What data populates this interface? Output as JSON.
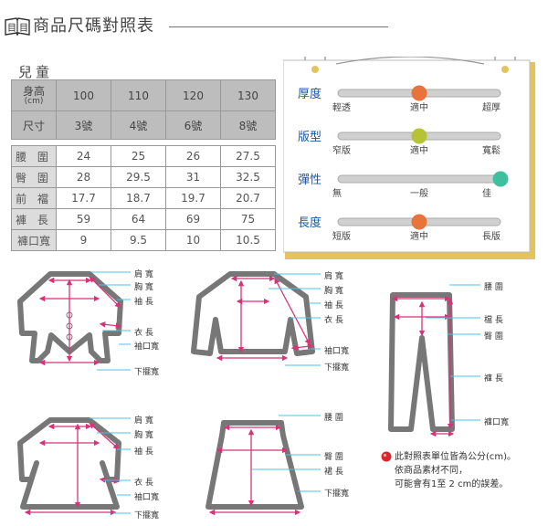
{
  "header": {
    "title": "商品尺碼對照表",
    "icon": "book-icon"
  },
  "section_title": "兒童",
  "size_table": {
    "height_label": "身高",
    "height_unit": "(cm)",
    "heights": [
      "100",
      "110",
      "120",
      "130"
    ],
    "size_label": "尺寸",
    "sizes": [
      "3號",
      "4號",
      "6號",
      "8號"
    ],
    "rows": [
      {
        "label": "腰 圍",
        "values": [
          "24",
          "25",
          "26",
          "27.5"
        ]
      },
      {
        "label": "臀 圍",
        "values": [
          "28",
          "29.5",
          "31",
          "32.5"
        ]
      },
      {
        "label": "前 襠",
        "values": [
          "17.7",
          "18.7",
          "19.7",
          "20.7"
        ]
      },
      {
        "label": "褲 長",
        "values": [
          "59",
          "64",
          "69",
          "75"
        ]
      },
      {
        "label": "褲口寬",
        "values": [
          "9",
          "9.5",
          "10",
          "10.5"
        ]
      }
    ]
  },
  "attributes": [
    {
      "label": "厚度",
      "left": "輕透",
      "mid": "適中",
      "right": "超厚",
      "level": 0.5,
      "color": "#e8743b"
    },
    {
      "label": "版型",
      "left": "窄版",
      "mid": "適中",
      "right": "寬鬆",
      "level": 0.5,
      "color": "#b5c437"
    },
    {
      "label": "彈性",
      "left": "無",
      "mid": "一般",
      "right": "佳",
      "level": 1.0,
      "color": "#3fbfa0"
    },
    {
      "label": "長度",
      "left": "短版",
      "mid": "適中",
      "right": "長版",
      "level": 0.5,
      "color": "#e8743b"
    }
  ],
  "diagrams": {
    "romper": [
      "肩 寬",
      "胸 寬",
      "袖 長",
      "衣 長",
      "袖口寬",
      "下擺寬"
    ],
    "shirt": [
      "肩 寬",
      "胸 寬",
      "袖 長",
      "衣 長",
      "袖口寬",
      "下擺寬"
    ],
    "pants": [
      "腰 圍",
      "檔 長",
      "臀 圍",
      "褲 長",
      "褲口寬"
    ],
    "dress": [
      "肩 寬",
      "胸 寬",
      "袖 長",
      "衣 長",
      "袖口寬",
      "下擺寬"
    ],
    "skirt": [
      "腰 圍",
      "臀 圍",
      "裙 長",
      "下擺寬"
    ]
  },
  "note": {
    "lines": [
      "此對照表單位皆為公分(cm)。",
      "依商品素材不同，",
      "可能會有1至 2 cm的誤差。"
    ],
    "bullet_color": "#d9262c"
  },
  "colors": {
    "accent_blue": "#1a56a0",
    "measure_pink": "#d8327a",
    "leader_cyan": "#4cc3e6",
    "panel_gold": "#e5c35c"
  }
}
